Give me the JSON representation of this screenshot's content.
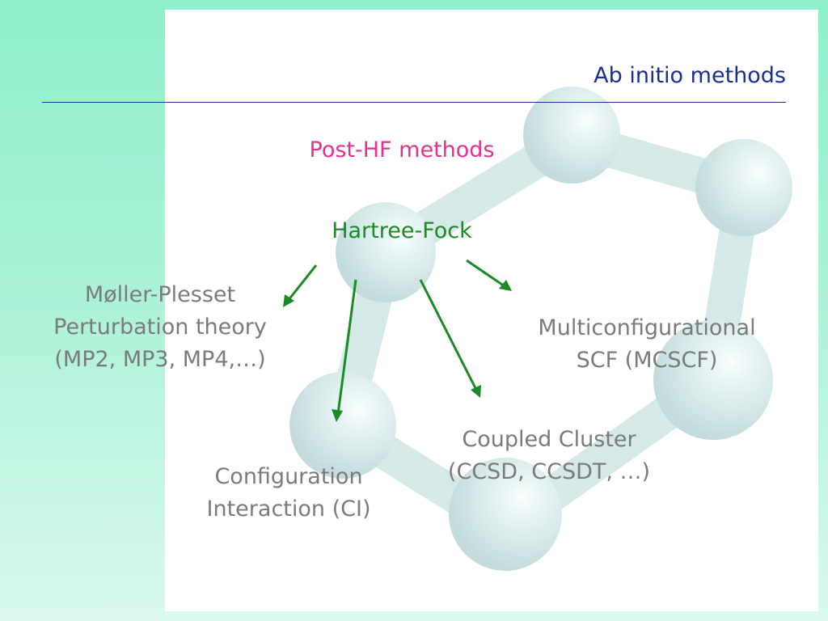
{
  "slide": {
    "title": "Ab initio methods",
    "post_hf": "Post-HF methods",
    "hartree_fock": "Hartree-Fock",
    "methods": {
      "moller_plesset": {
        "line1": "Møller-Plesset",
        "line2": "Perturbation theory",
        "line3": "(MP2, MP3, MP4,…)"
      },
      "mcscf": {
        "line1": "Multiconfigurational",
        "line2": "SCF (MCSCF)"
      },
      "coupled_cluster": {
        "line1": "Coupled Cluster",
        "line2": "(CCSD, CCSDT, …)"
      },
      "configuration_interaction": {
        "line1": "Configuration",
        "line2": "Interaction (CI)"
      }
    }
  },
  "colors": {
    "title": "#1a2f8f",
    "post_hf": "#e6308f",
    "hartree_fock": "#1a8a23",
    "method_text": "#7a7a7a",
    "arrows": "#1a8a23",
    "background": "#8ef0cb"
  }
}
